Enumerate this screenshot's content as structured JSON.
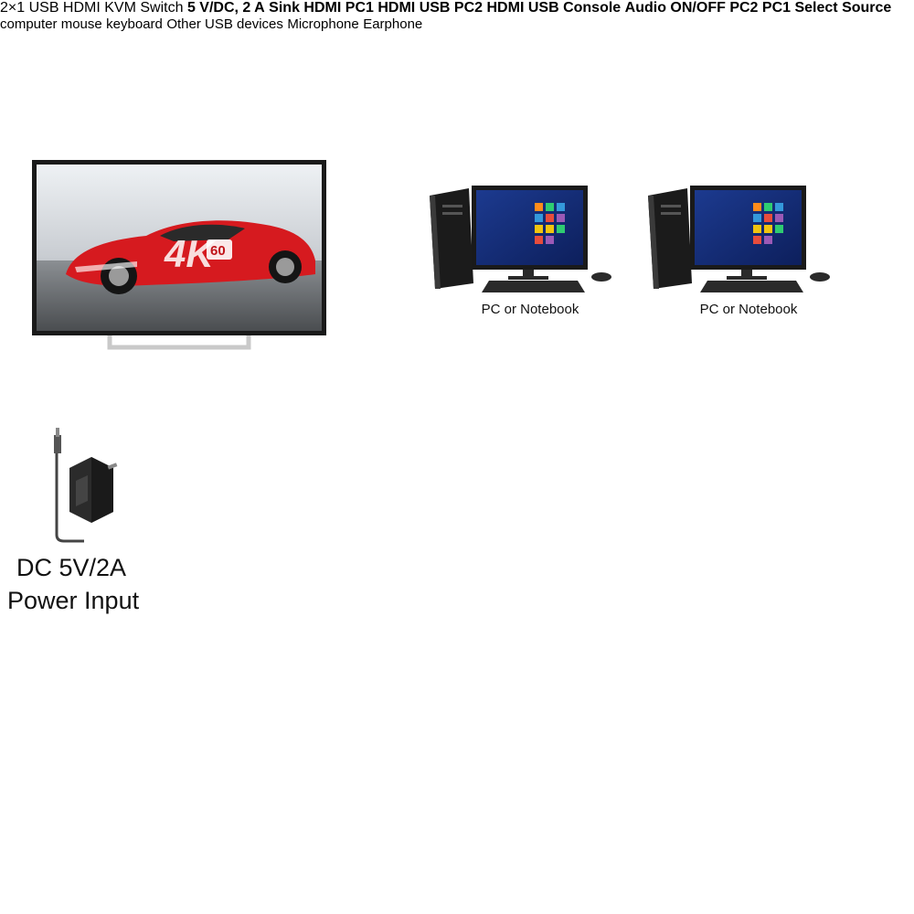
{
  "colors": {
    "connector": "#1fa88f",
    "arrow": "#1e8fd6",
    "device_body": "#2b2b2b",
    "panel": "#1e1e1e",
    "led_green": "#63d35a",
    "led_cyan": "#5ad7d0"
  },
  "power": {
    "label_line1": "DC 5V/2A",
    "label_line2": "Power Input",
    "port_label": "5 V/DC, 2 A"
  },
  "device": {
    "top_label": "2×1 USB HDMI KVM Switch"
  },
  "back_panel": {
    "sink_label": "Sink",
    "sink_port": "HDMI",
    "pc1_label": "PC1",
    "pc1_hdmi": "HDMI",
    "pc1_usb": "USB",
    "pc2_label": "PC2",
    "pc2_hdmi": "HDMI",
    "pc2_usb": "USB"
  },
  "front_panel": {
    "console_label": "Console",
    "audio_label": "Audio ON/OFF",
    "led_pc2": "PC2",
    "led_pc1": "PC1",
    "select_label": "Select",
    "source_label": "Source"
  },
  "monitor": {
    "badge_4k": "4K",
    "badge_60": "60"
  },
  "computers": [
    {
      "label": "PC or Notebook"
    },
    {
      "label": "PC or Notebook"
    }
  ],
  "peripherals": [
    {
      "label": "computer mouse",
      "icon": "mouse-icon"
    },
    {
      "label": "keyboard",
      "icon": "keyboard-icon"
    },
    {
      "label": "Other USB devices",
      "icon": "usb-drive-icon"
    },
    {
      "label": "Microphone",
      "icon": "microphone-icon"
    },
    {
      "label": "Earphone",
      "icon": "headphones-icon"
    }
  ]
}
